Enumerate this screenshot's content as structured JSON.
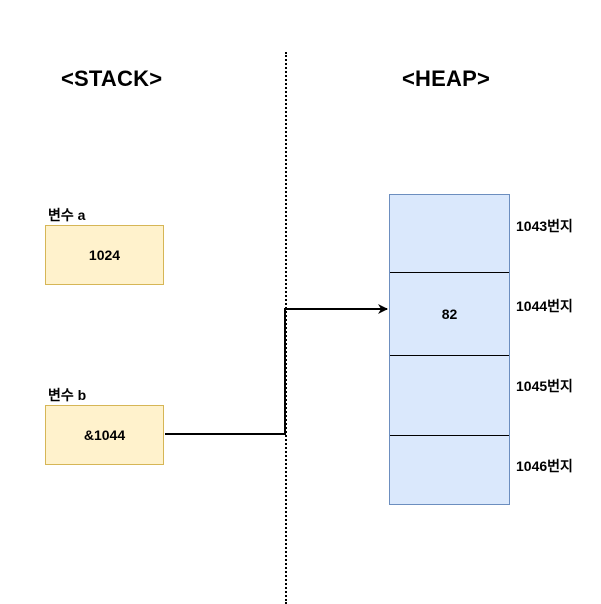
{
  "stack": {
    "title": "<STACK>",
    "variables": [
      {
        "label": "변수 a",
        "value": "1024"
      },
      {
        "label": "변수 b",
        "value": "&1044"
      }
    ]
  },
  "heap": {
    "title": "<HEAP>",
    "cells": [
      {
        "address": "1043번지",
        "value": ""
      },
      {
        "address": "1044번지",
        "value": "82"
      },
      {
        "address": "1045번지",
        "value": ""
      },
      {
        "address": "1046번지",
        "value": ""
      }
    ]
  },
  "colors": {
    "stack_fill": "#fff2cc",
    "stack_stroke": "#d6b656",
    "heap_fill": "#dae8fc",
    "heap_stroke": "#6c8ebf"
  }
}
